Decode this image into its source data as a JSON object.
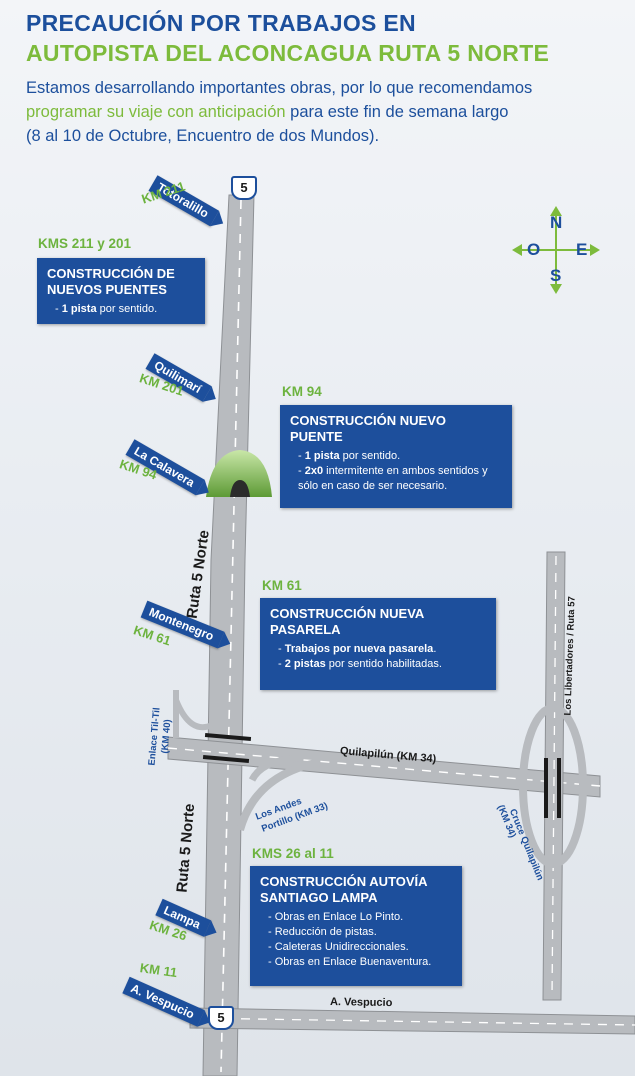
{
  "header": {
    "line1": "PRECAUCIÓN POR TRABAJOS EN",
    "line2": "AUTOPISTA DEL ACONCAGUA RUTA 5 NORTE",
    "intro_a": "Estamos desarrollando importantes obras, por lo que recomendamos",
    "intro_b_green": "programar su viaje con anticipación",
    "intro_b_rest": " para este fin de semana largo",
    "intro_c": "(8 al 10 de Octubre, Encuentro de dos Mundos)."
  },
  "compass": {
    "n": "N",
    "s": "S",
    "e": "E",
    "o": "O"
  },
  "route_shield": "5",
  "road_labels": {
    "ruta5_top": "Ruta 5 Norte",
    "ruta5_bottom": "Ruta 5 Norte",
    "quilapilun": "Quilapilún (KM 34)",
    "los_libertadores": "Los Libertadores / Ruta 57",
    "enlace_tiltil": "Enlace Til-Til",
    "enlace_tiltil_km": "(KM 40)",
    "los_andes": "Los Andes",
    "portillo": "Portillo (KM 33)",
    "cruce_quilapilun": "Cruce Quilapilún",
    "cruce_km": "(KM 34)",
    "vespucio": "A. Vespucio"
  },
  "flags": [
    {
      "name": "Totoralillo",
      "km": "KM 211"
    },
    {
      "name": "Quilimarí",
      "km": "KM 201"
    },
    {
      "name": "La Calavera",
      "km": "KM 94"
    },
    {
      "name": "Montenegro",
      "km": "KM 61"
    },
    {
      "name": "Lampa",
      "km": "KM 26"
    },
    {
      "name": "A. Vespucio",
      "km": "KM 11"
    }
  ],
  "sections": [
    {
      "km": "KMS 211 y 201",
      "title": "CONSTRUCCIÓN DE NUEVOS PUENTES",
      "items": [
        {
          "bold": "1 pista",
          "text": " por sentido."
        }
      ]
    },
    {
      "km": "KM 94",
      "title": "CONSTRUCCIÓN NUEVO PUENTE",
      "items": [
        {
          "bold": "1 pista",
          "text": " por sentido."
        },
        {
          "bold": "2x0",
          "text": " intermitente en ambos sentidos y sólo en caso de ser necesario."
        }
      ]
    },
    {
      "km": "KM 61",
      "title": "CONSTRUCCIÓN NUEVA PASARELA",
      "items": [
        {
          "bold": "Trabajos por nueva pasarela",
          "text": "."
        },
        {
          "bold": "2 pistas",
          "text": " por sentido habilitadas."
        }
      ]
    },
    {
      "km": "KMS 26 al 11",
      "title": "CONSTRUCCIÓN AUTOVÍA SANTIAGO LAMPA",
      "items": [
        {
          "bold": "",
          "text": "Obras en Enlace Lo Pinto."
        },
        {
          "bold": "",
          "text": "Reducción de pistas."
        },
        {
          "bold": "",
          "text": "Caleteras Unidireccionales."
        },
        {
          "bold": "",
          "text": "Obras en Enlace Buenaventura."
        }
      ]
    }
  ],
  "colors": {
    "blue": "#1d4f9c",
    "green": "#6db33f",
    "road": "#b9bcc0"
  }
}
